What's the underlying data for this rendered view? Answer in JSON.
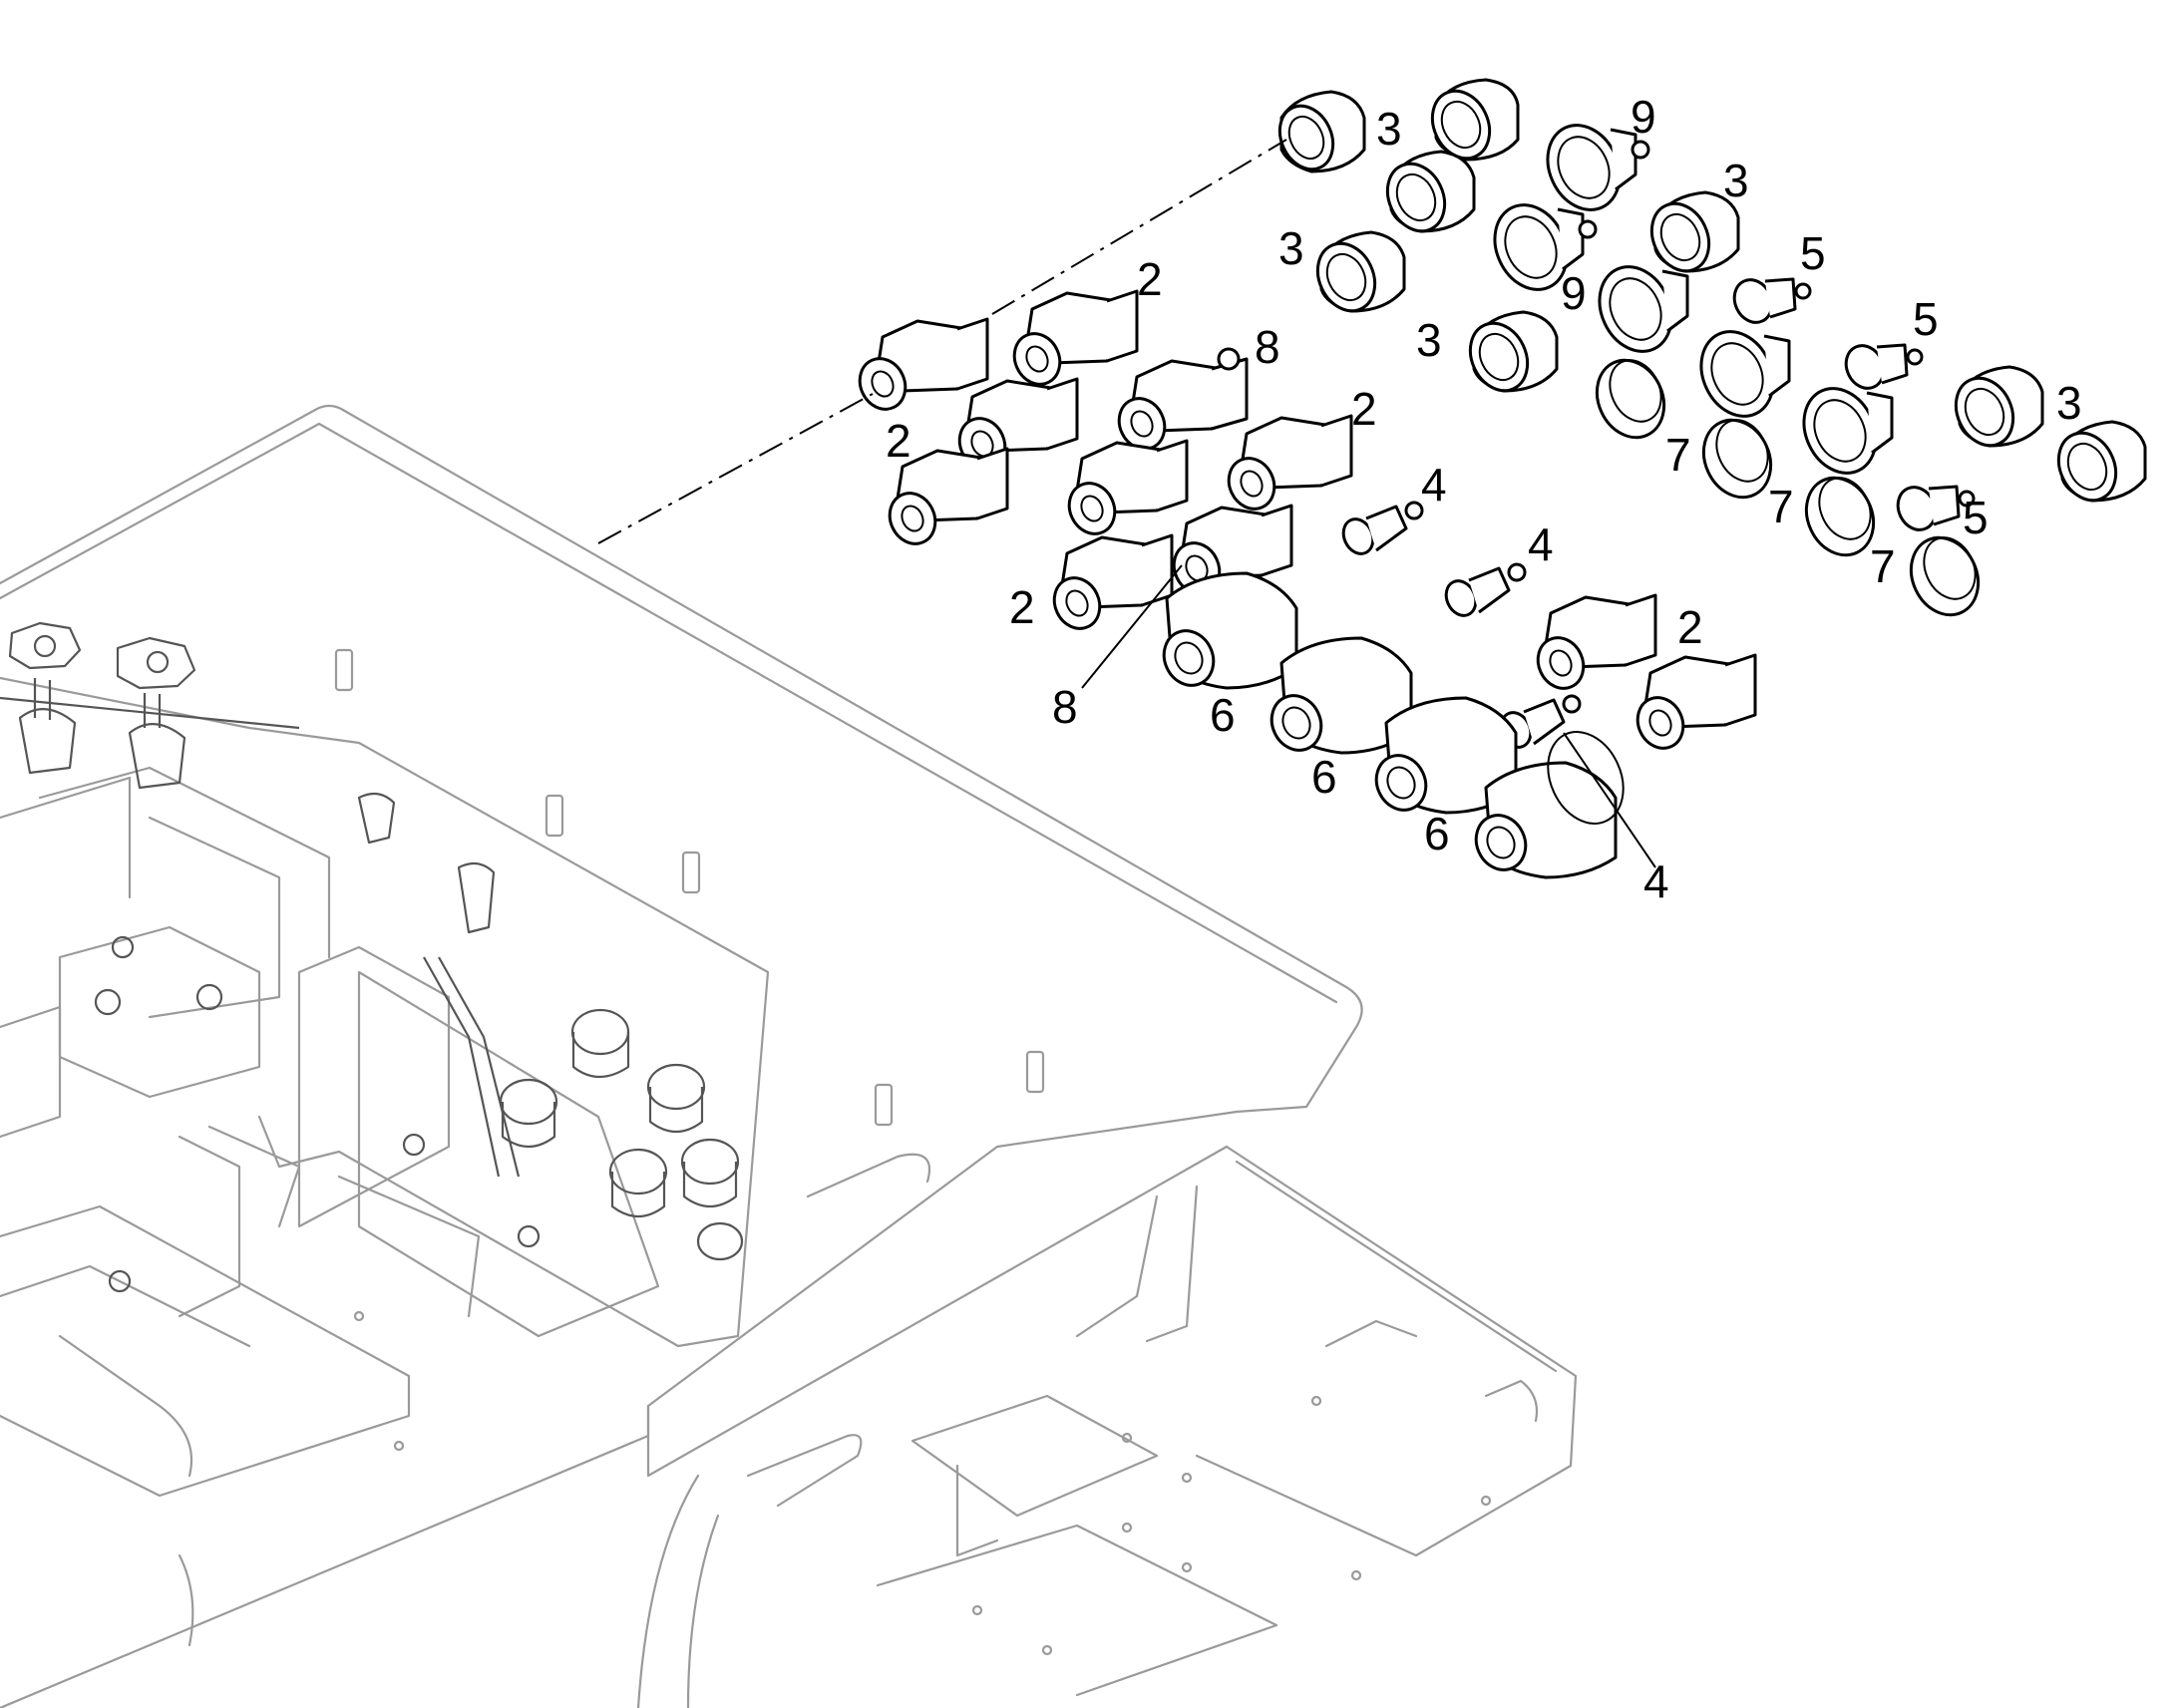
{
  "callouts": [
    {
      "id": "c1",
      "text": "3"
    },
    {
      "id": "c2",
      "text": "9"
    },
    {
      "id": "c3",
      "text": "3"
    },
    {
      "id": "c4",
      "text": "3"
    },
    {
      "id": "c5",
      "text": "9"
    },
    {
      "id": "c6",
      "text": "2"
    },
    {
      "id": "c7",
      "text": "5"
    },
    {
      "id": "c8",
      "text": "8"
    },
    {
      "id": "c9",
      "text": "3"
    },
    {
      "id": "c10",
      "text": "5"
    },
    {
      "id": "c11",
      "text": "2"
    },
    {
      "id": "c12",
      "text": "3"
    },
    {
      "id": "c13",
      "text": "2"
    },
    {
      "id": "c14",
      "text": "7"
    },
    {
      "id": "c15",
      "text": "4"
    },
    {
      "id": "c16",
      "text": "7"
    },
    {
      "id": "c17",
      "text": "5"
    },
    {
      "id": "c18",
      "text": "4"
    },
    {
      "id": "c19",
      "text": "7"
    },
    {
      "id": "c20",
      "text": "2"
    },
    {
      "id": "c21",
      "text": "2"
    },
    {
      "id": "c22",
      "text": "8"
    },
    {
      "id": "c23",
      "text": "6"
    },
    {
      "id": "c24",
      "text": "6"
    },
    {
      "id": "c25",
      "text": "6"
    },
    {
      "id": "c26",
      "text": "4"
    }
  ]
}
